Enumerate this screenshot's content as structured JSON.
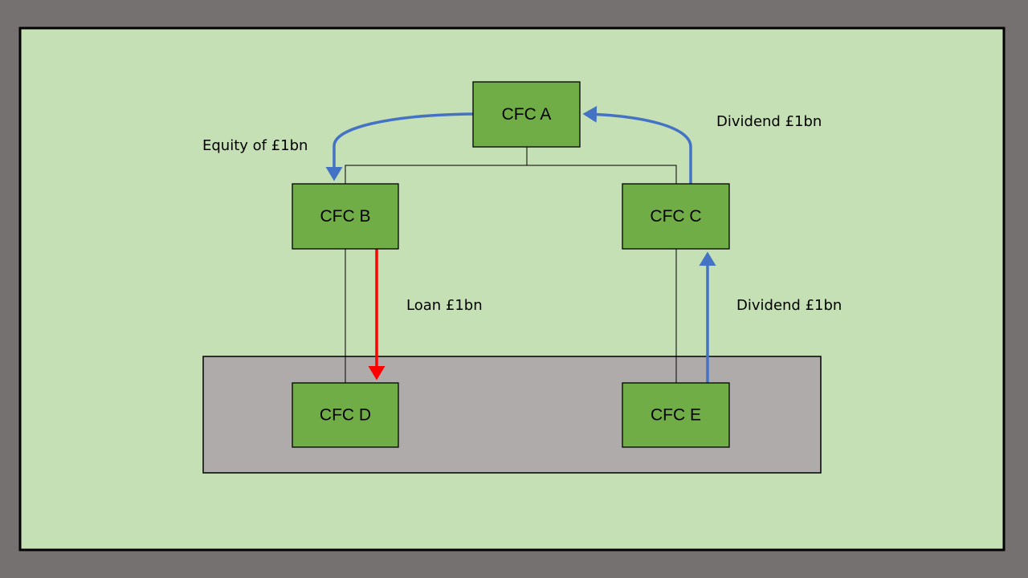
{
  "colors": {
    "background": "#767171",
    "panel": "#C5E0B4",
    "group_box": "#AFABAB",
    "entity_box": "#70AD47",
    "equity_dividend_arrow": "#4472C4",
    "loan_arrow": "#FF0000"
  },
  "entities": {
    "a": "CFC A",
    "b": "CFC B",
    "c": "CFC C",
    "d": "CFC D",
    "e": "CFC E"
  },
  "flows": {
    "equity_a_to_b": "Equity of £1bn",
    "dividend_c_to_a": "Dividend £1bn",
    "loan_b_to_d": "Loan £1bn",
    "dividend_e_to_c": "Dividend £1bn"
  }
}
